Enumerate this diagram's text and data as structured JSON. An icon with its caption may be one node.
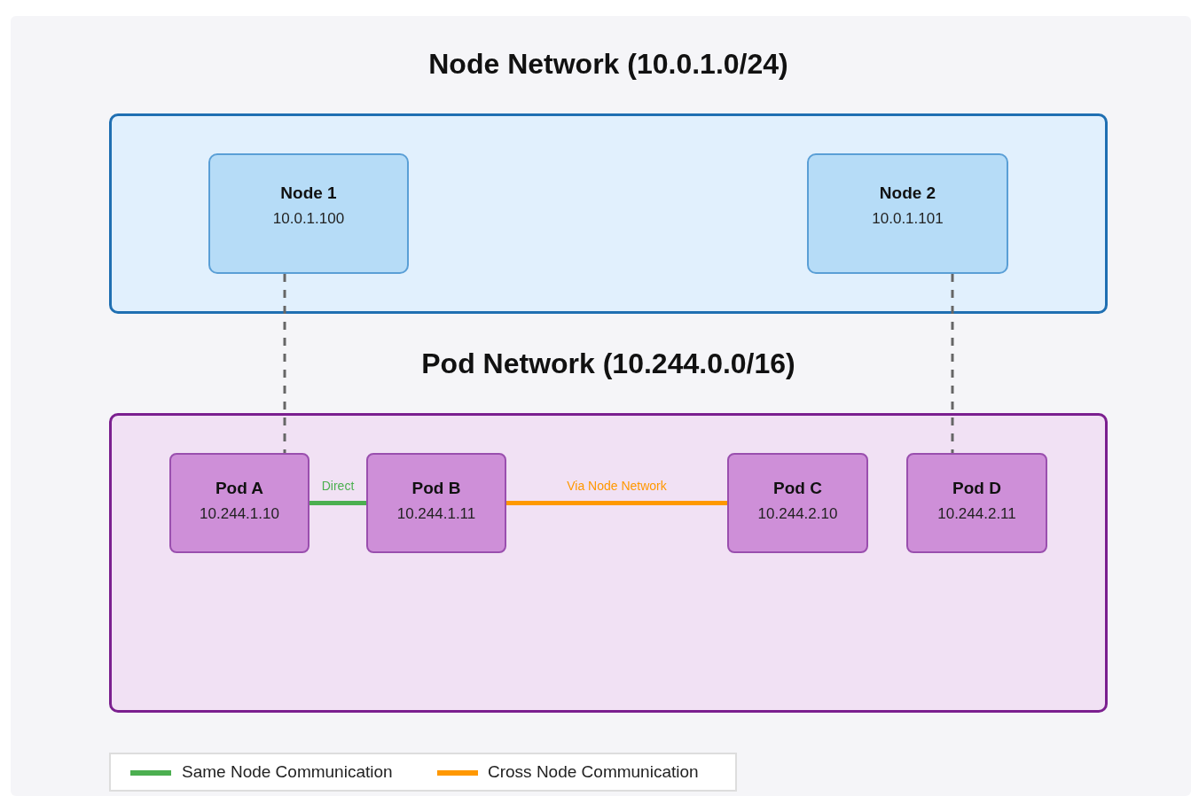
{
  "diagram": {
    "nodes": [
      {
        "text": [
          "Node Network (10.0.1.0/24)"
        ]
      },
      {
        "text": [
          "Node 1",
          "10.0.1.100"
        ],
        "in": 0
      },
      {
        "text": [
          "Node 2",
          "10.0.1.101"
        ],
        "in": 0
      },
      {
        "text": [
          "Pod Network (10.244.0.0/16)"
        ]
      },
      {
        "text": [
          "Pod A",
          "10.244.1.10"
        ],
        "in": 3
      },
      {
        "text": [
          "Pod B",
          "10.244.1.11"
        ],
        "in": 3
      },
      {
        "text": [
          "Pod C",
          "10.244.2.10"
        ],
        "in": 3
      },
      {
        "text": [
          "Pod D",
          "10.244.2.11"
        ],
        "in": 3
      }
    ],
    "edges": [
      {
        "from": 1,
        "to": 4,
        "arrow": "none",
        "style": "dashed"
      },
      {
        "from": 2,
        "to": 7,
        "arrow": "none",
        "style": "dashed"
      },
      {
        "from": 4,
        "to": 5,
        "arrow": "none",
        "label": "Direct",
        "color": "#4caf50"
      },
      {
        "from": 5,
        "to": 6,
        "arrow": "none",
        "label": "Via Node Network",
        "color": "#ff9800"
      }
    ],
    "legend": [
      {
        "text": "Same Node Communication",
        "color": "#4caf50"
      },
      {
        "text": "Cross Node Communication",
        "color": "#ff9800"
      }
    ]
  }
}
